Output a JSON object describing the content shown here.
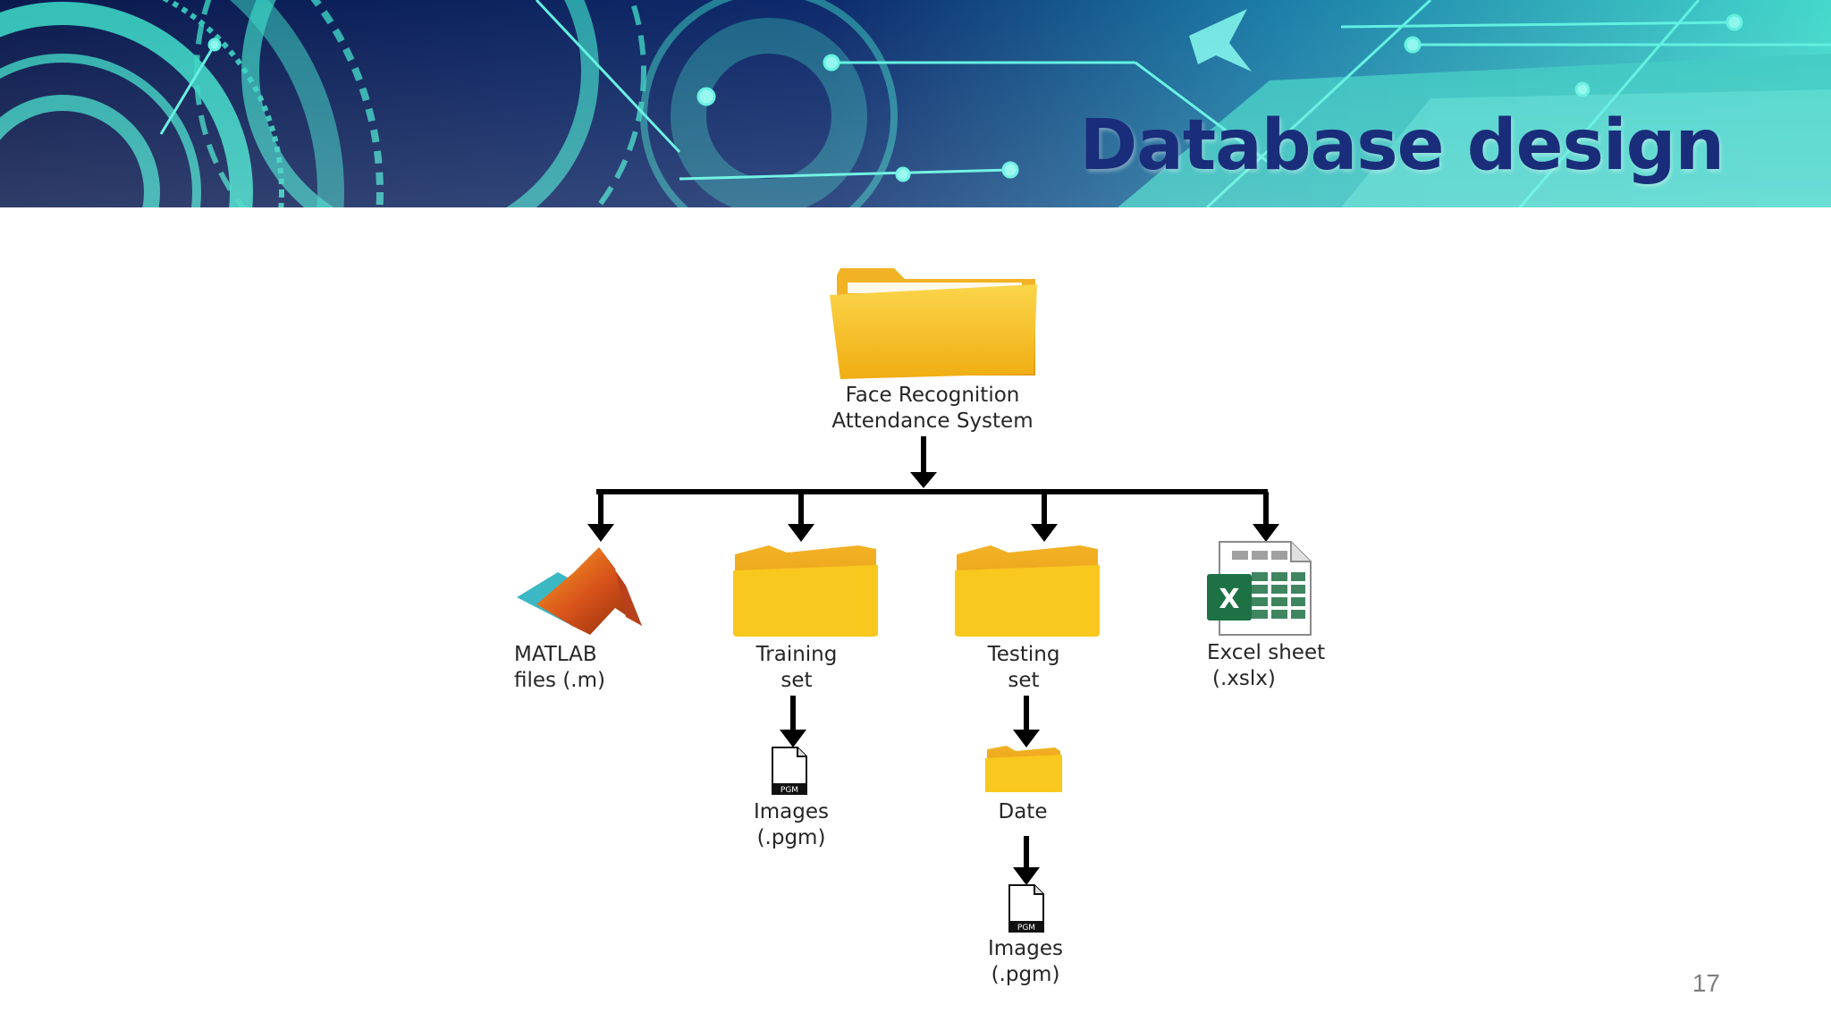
{
  "slide": {
    "title": "Database design",
    "page_number": "17"
  },
  "diagram": {
    "root": {
      "line1": "Face Recognition",
      "line2": "Attendance System",
      "icon": "folder-open-icon"
    },
    "children": [
      {
        "line1": "MATLAB",
        "line2": "files (.m)",
        "icon": "matlab-logo-icon"
      },
      {
        "line1": "Training",
        "line2": "set",
        "icon": "folder-icon"
      },
      {
        "line1": "Testing",
        "line2": "set",
        "icon": "folder-icon"
      },
      {
        "line1": "Excel sheet",
        "line2": "(.xslx)",
        "icon": "excel-file-icon"
      }
    ],
    "training_images": {
      "line1": "Images",
      "line2": "(.pgm)",
      "icon": "pgm-file-icon",
      "badge": "PGM"
    },
    "testing_date": {
      "label": "Date",
      "icon": "folder-icon"
    },
    "testing_images": {
      "line1": "Images",
      "line2": "(.pgm)",
      "icon": "pgm-file-icon",
      "badge": "PGM"
    },
    "excel_badge": "X"
  },
  "colors": {
    "banner_dark": "#0d1f5c",
    "banner_teal": "#3fd0c8",
    "title": "#1a2d7a",
    "folder": "#f7c21b",
    "excel_green": "#1e7145",
    "arrow": "#000000"
  }
}
